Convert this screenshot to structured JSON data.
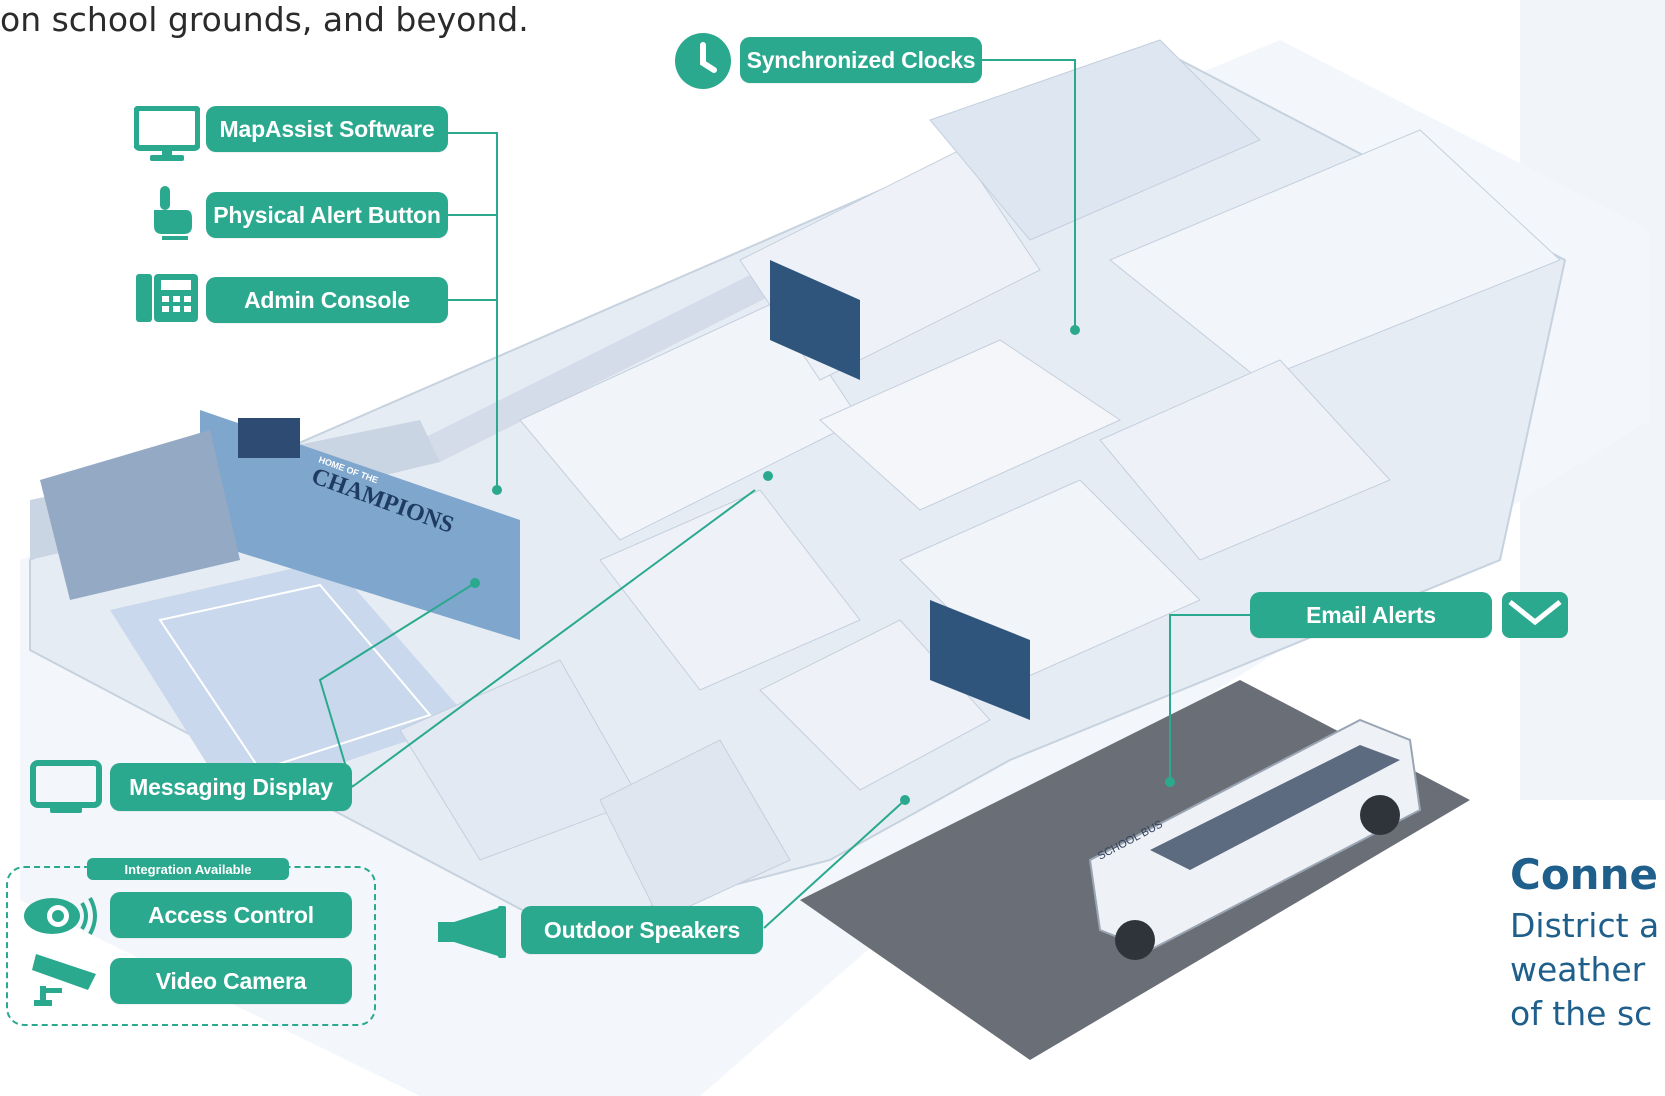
{
  "intro_text": "on school grounds, and beyond.",
  "labels": {
    "synchronized_clocks": "Synchronized Clocks",
    "mapassist_software": "MapAssist Software",
    "physical_alert_button": "Physical Alert Button",
    "admin_console": "Admin Console",
    "messaging_display": "Messaging Display",
    "integration_available": "Integration Available",
    "access_control": "Access Control",
    "video_camera": "Video Camera",
    "outdoor_speakers": "Outdoor Speakers",
    "email_alerts": "Email Alerts"
  },
  "scene_text": {
    "banner_small": "HOME OF THE",
    "banner_big": "CHAMPIONS",
    "bus_label": "SCHOOL BUS"
  },
  "side_panel": {
    "title": "Conne",
    "lines": [
      "District a",
      "weather",
      "of the sc"
    ]
  },
  "colors": {
    "accent": "#2aa98f",
    "title_blue": "#1f5f8b",
    "floor": "#e9eef5",
    "wall": "#d6dfea"
  },
  "icons": [
    "monitor-icon",
    "pointing-hand-icon",
    "desk-phone-icon",
    "clock-icon",
    "display-icon",
    "eye-sensor-icon",
    "security-camera-icon",
    "megaphone-icon",
    "envelope-icon"
  ]
}
